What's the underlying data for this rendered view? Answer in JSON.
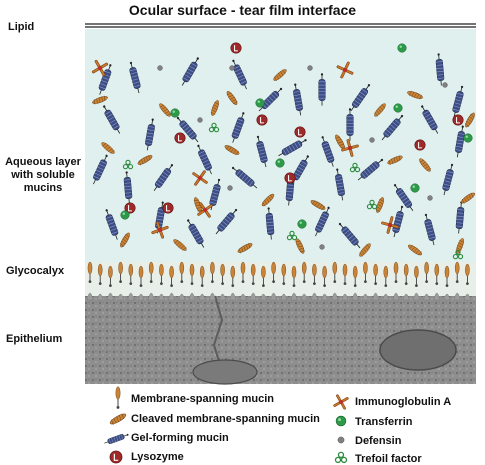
{
  "title": "Ocular surface - tear film interface",
  "layers": {
    "lipid": "Lipid",
    "aqueous": "Aqueous layer with soluble mucins",
    "glycocalyx": "Glycocalyx",
    "epithelium": "Epithelium"
  },
  "legend": {
    "left": [
      {
        "icon": "membrane-spanning-mucin-icon",
        "label": "Membrane-spanning mucin"
      },
      {
        "icon": "cleaved-membrane-spanning-mucin-icon",
        "label": "Cleaved membrane-spanning mucin"
      },
      {
        "icon": "gel-forming-mucin-icon",
        "label": "Gel-forming mucin"
      },
      {
        "icon": "lysozyme-icon",
        "label": "Lysozyme"
      }
    ],
    "right": [
      {
        "icon": "immunoglobulin-a-icon",
        "label": "Immunoglobulin A"
      },
      {
        "icon": "transferrin-icon",
        "label": "Transferrin"
      },
      {
        "icon": "defensin-icon",
        "label": "Defensin"
      },
      {
        "icon": "trefoil-factor-icon",
        "label": "Trefoil factor"
      }
    ]
  },
  "colors": {
    "aqueous": "#dff0ee",
    "gel_mucin": "#3d4f86",
    "cleaved_mucin": "#c98438",
    "lysozyme": "#9e2a2a",
    "transferrin": "#2c9a48",
    "igA": "#c8782a",
    "defensin": "#808080",
    "trefoil": "#2d8a3e",
    "epithelium": "#8c8c8c"
  }
}
